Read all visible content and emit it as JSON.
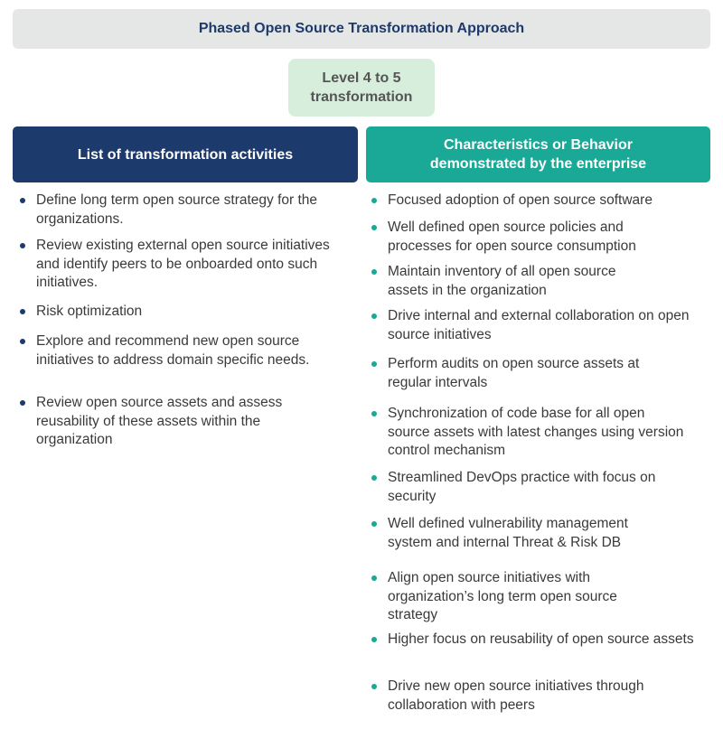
{
  "title": "Phased Open Source Transformation Approach",
  "level": "Level 4 to 5 transformation",
  "left_header": "List of transformation activities",
  "right_header": "Characteristics or Behavior demonstrated by the enterprise",
  "activities": [
    "Define long term open source strategy for the organizations.",
    "Review existing external open source initiatives and identify peers to be onboarded onto such initiatives.",
    "Risk optimization",
    "Explore and recommend new open source initiatives to address domain specific needs.",
    "Review open source assets and assess reusability of these assets within the organization"
  ],
  "characteristics": [
    "Focused adoption of open source software",
    "Well defined open source policies and processes for open source consumption",
    "Maintain inventory of all open source assets in the organization",
    "Drive internal and external collaboration on open source initiatives",
    "Perform audits on open source assets at regular intervals",
    "Synchronization of code base for all open source assets with latest changes using version control mechanism",
    "Streamlined DevOps practice with focus on security",
    "Well defined vulnerability management system and internal Threat & Risk DB",
    "Align open source initiatives with organization’s long term open source strategy",
    "Higher focus on reusability of open source assets",
    "Drive new open source initiatives through collaboration with peers"
  ],
  "colors": {
    "navy": "#1c3a6b",
    "teal": "#19a996",
    "green_light": "#d6eedb",
    "gray": "#e5e7e7"
  }
}
